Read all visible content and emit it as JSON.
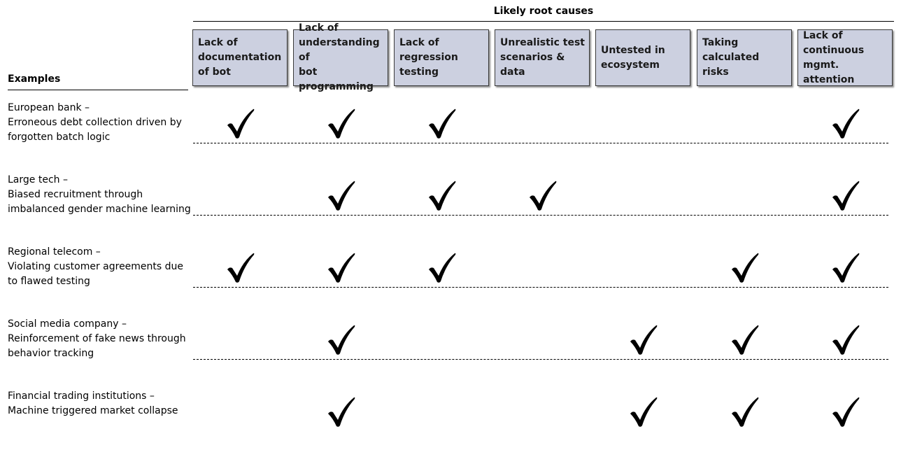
{
  "group_title": "Likely root causes",
  "examples_heading": "Examples",
  "root_causes": [
    {
      "label": "Lack of\ndocumentation\nof bot"
    },
    {
      "label": "Lack of\nunderstanding of\nbot programming"
    },
    {
      "label": "Lack of\nregression\ntesting"
    },
    {
      "label": "Unrealistic test\nscenarios & data"
    },
    {
      "label": "Untested in\necosystem"
    },
    {
      "label": "Taking calculated\nrisks"
    },
    {
      "label": "Lack of\ncontinuous\nmgmt. attention"
    }
  ],
  "examples": [
    {
      "text": "European bank –\nErroneous debt collection driven by\nforgotten batch logic",
      "checks": [
        true,
        true,
        true,
        false,
        false,
        false,
        true
      ]
    },
    {
      "text": "Large tech –\nBiased recruitment through\nimbalanced gender machine learning",
      "checks": [
        false,
        true,
        true,
        true,
        false,
        false,
        true
      ]
    },
    {
      "text": "Regional telecom –\nViolating customer agreements due\nto flawed testing",
      "checks": [
        true,
        true,
        true,
        false,
        false,
        true,
        true
      ]
    },
    {
      "text": "Social media company –\nReinforcement of fake news through\nbehavior tracking",
      "checks": [
        false,
        true,
        false,
        false,
        true,
        true,
        true
      ]
    },
    {
      "text": "Financial trading institutions –\nMachine triggered market collapse",
      "checks": [
        false,
        true,
        false,
        false,
        true,
        true,
        true
      ]
    }
  ],
  "colors": {
    "header_fill": "#ccd0e0",
    "header_border": "#3a3a3a",
    "check_mark": "#000000"
  },
  "icons": {
    "check": "check-icon"
  }
}
